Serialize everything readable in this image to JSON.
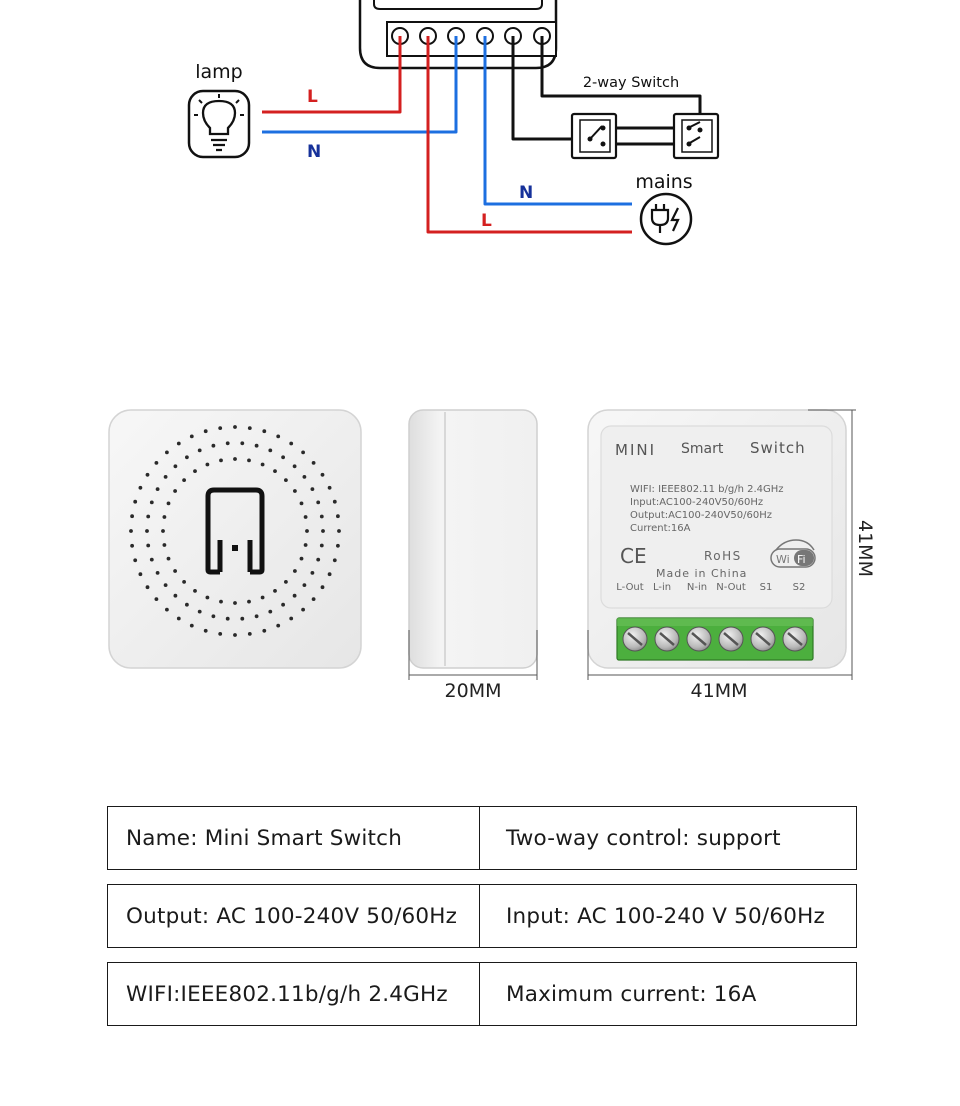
{
  "wiring": {
    "lamp_label": "lamp",
    "mains_label": "mains",
    "switch_label": "2-way Switch",
    "wire_L": "L",
    "wire_N": "N",
    "colors": {
      "live": "#d42020",
      "neutral": "#1d6fe0",
      "label_blue": "#16319a",
      "black": "#111111"
    }
  },
  "views": {
    "front_icon": "smart-switch-logo-icon",
    "depth_label": "20MM",
    "width_label": "41MM",
    "height_label": "41MM"
  },
  "module": {
    "title_1": "MINI",
    "title_2": "Smart",
    "title_3": "Switch",
    "spec_1": "WIFI: IEEE802.11 b/g/h 2.4GHz",
    "spec_2": "Input:AC100-240V50/60Hz",
    "spec_3": "Output:AC100-240V50/60Hz",
    "spec_4": "Current:16A",
    "ce": "CE",
    "rohs": "RoHS",
    "made_in": "Made in China",
    "wifi_badge_1": "Wi",
    "wifi_badge_2": "Fi",
    "terminals": [
      "L-Out",
      "L-in",
      "N-in",
      "N-Out",
      "S1",
      "S2"
    ],
    "terminal_block_color": "#4caf3e"
  },
  "specs": [
    {
      "left": "Name: Mini Smart Switch",
      "right": "Two-way control: support"
    },
    {
      "left": "Output: AC 100-240V 50/60Hz",
      "right": "Input: AC 100-240 V 50/60Hz"
    },
    {
      "left": "WIFI:IEEE802.11b/g/h 2.4GHz",
      "right": "Maximum current: 16A"
    }
  ]
}
